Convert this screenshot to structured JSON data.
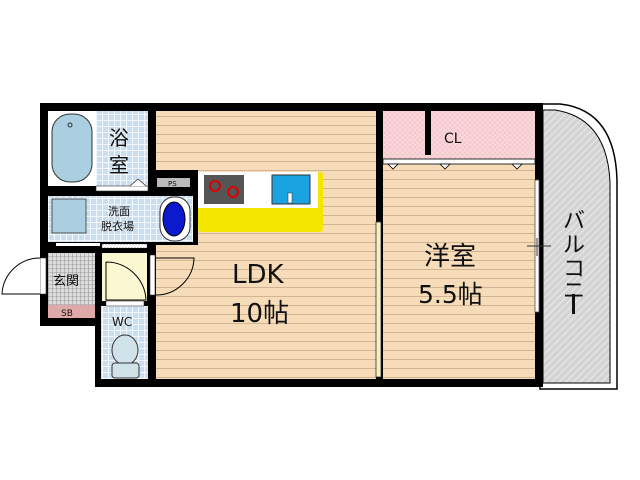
{
  "floorplan": {
    "rooms": {
      "bath": "浴室",
      "washroom_line1": "洗面",
      "washroom_line2": "脱衣場",
      "ps": "PS",
      "entrance": "玄関",
      "shoebox": "SB",
      "toilet": "WC",
      "ldk_name": "LDK",
      "ldk_size": "10帖",
      "western_name": "洋室",
      "western_size": "5.5帖",
      "closet": "CL",
      "balcony": [
        "バ",
        "ル",
        "コ",
        "ニ",
        "ー"
      ]
    },
    "colors": {
      "wall": "#000000",
      "wood_floor": "#f6dcb8",
      "tile_floor": "#c9def0",
      "closet": "#f5c8cc",
      "shoebox": "#e0a9a9",
      "balcony": "#d4d4d4",
      "counter": "#f5e600",
      "sink": "#1aa3e0",
      "washer": "#0a1acc"
    }
  }
}
